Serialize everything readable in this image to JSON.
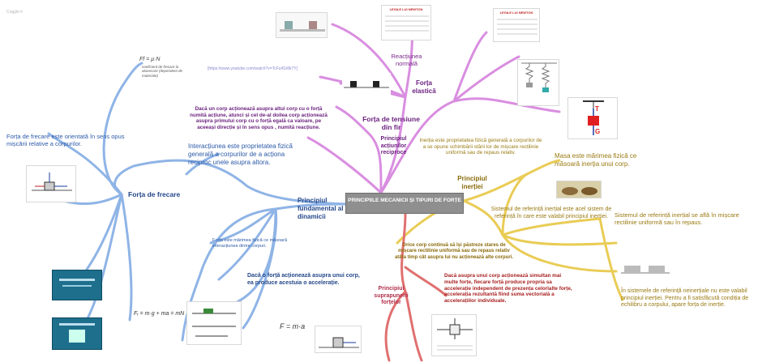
{
  "header": {
    "tag": "Coggle it"
  },
  "central": {
    "title": "PRINCIPIILE MECANICII ȘI TIPURI DE FORȚE"
  },
  "branches": {
    "frecare": {
      "label": "Forța de frecare",
      "formula": "Ff = μ·N",
      "formula_note": "coeficient de frecare la alunecare (dependent de materiale)",
      "desc": "Forța de frecare este orientată în sens opus mișcării relative a corpurilor."
    },
    "fundamental": {
      "label": "Principiul fundamental al dinamicii",
      "def_interactiune": "Interacțiunea este proprietatea fizică generală a corpurilor de a acționa reciproc unele asupra altora.",
      "def_forta": "Forța este mărimea fizică ce măsoară interacțiunea dintre corpuri.",
      "statement": "Dacă o forță acționează asupra unui corp, ea produce acestuia o accelerație.",
      "formula": "F = m·a",
      "formula_left": "Fᵣ = m·g + ma = mN"
    },
    "actiune": {
      "label": "Principiul acțiunilor reciproce",
      "statement": "Dacă un corp acționează asupra altui corp cu o forță numită acțiune, atunci și cel de-al doilea corp acționează asupra primului corp cu o forță egală ca valoare, pe aceeași direcție și în sens opus , numită reacțiune.",
      "link": "[https://www.youtube.com/watch?v=TcFu4Sr8k7Y]"
    },
    "tensiune": {
      "label": "Forța de tensiune din fir"
    },
    "normala": {
      "label": "Reacțiunea normală"
    },
    "elastica": {
      "label": "Forța elastică"
    },
    "inertie": {
      "label": "Principiul inerției",
      "def_inertie": "Inerția este proprietatea fizică generală a corpurilor de a se opune schimbării stării lor de mișcare rectilinie uniformă sau de repaus relativ.",
      "def_masa": "Masa este mărimea fizică ce măsoară inerția unui corp.",
      "sr_inertial": "Sistemul de referință inerțial este acel sistem de referință în care este valabil principiul inerției.",
      "sr_repaus": "Sistemul de referință inerțial se află în mișcare rectilinie uniformă sau în repaus.",
      "neinertial": "În sistemele de referință neinerțiale nu este valabil principiul inerției. Pentru a fi satisfăcută condiția de echilibru a corpului, apare forța de inerție.",
      "statement": "Orice corp continuă să își păstreze stares de mișcare rectilinie uniformă sau de repaus relativ atâta timp cât asupra lui nu acționează alte corpuri."
    },
    "suprapunere": {
      "label": "Principiul suprapunerii forțelor",
      "statement": "Dacă asupra unui corp acționează simultan mai multe forțe, fiecare forță produce propria sa accelerație independent de prezența celorlalte forțe, accelerația rezultantă fiind suma vectorială a accelerațiilor individuale."
    }
  },
  "images": {
    "legile_title_1": "LEGILE LUI NEWTON",
    "legile_title_2": "LEGILE LUI NEWTON",
    "force_T": "T",
    "force_G": "G"
  },
  "colors": {
    "blue": "#8fb4e6",
    "purple": "#d98ee0",
    "gold": "#e9cc55",
    "red": "#e07070",
    "central": "#8f8f8f"
  }
}
